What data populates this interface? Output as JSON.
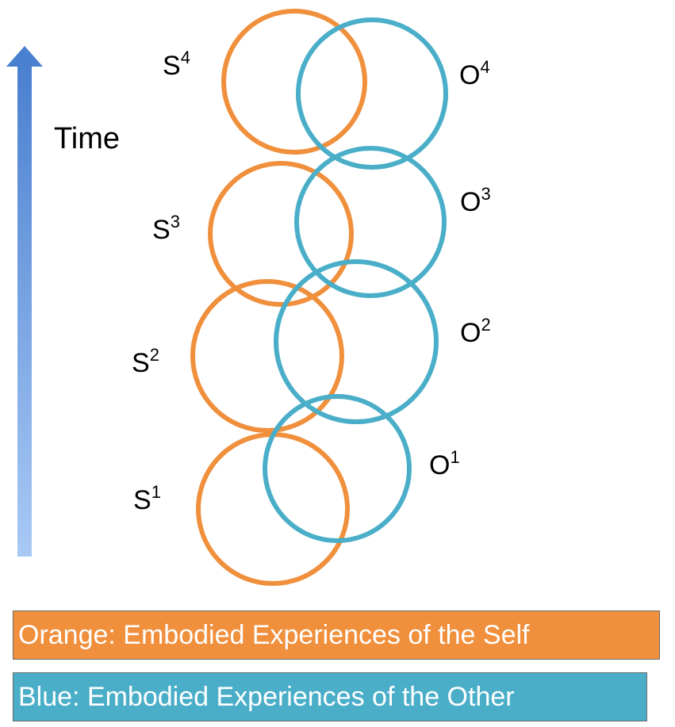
{
  "colors": {
    "orange": "#F08F3C",
    "blue": "#4AAEC9",
    "arrow_top": "#4A80D0",
    "arrow_bottom": "#A9C9F5"
  },
  "time_label": "Time",
  "self_labels": [
    {
      "base": "S",
      "sup": "4"
    },
    {
      "base": "S",
      "sup": "3"
    },
    {
      "base": "S",
      "sup": "2"
    },
    {
      "base": "S",
      "sup": "1"
    }
  ],
  "other_labels": [
    {
      "base": "O",
      "sup": "4"
    },
    {
      "base": "O",
      "sup": "3"
    },
    {
      "base": "O",
      "sup": "2"
    },
    {
      "base": "O",
      "sup": "1"
    }
  ],
  "legend": {
    "orange": "Orange: Embodied Experiences of the Self",
    "blue": "Blue: Embodied Experiences of the Other"
  }
}
